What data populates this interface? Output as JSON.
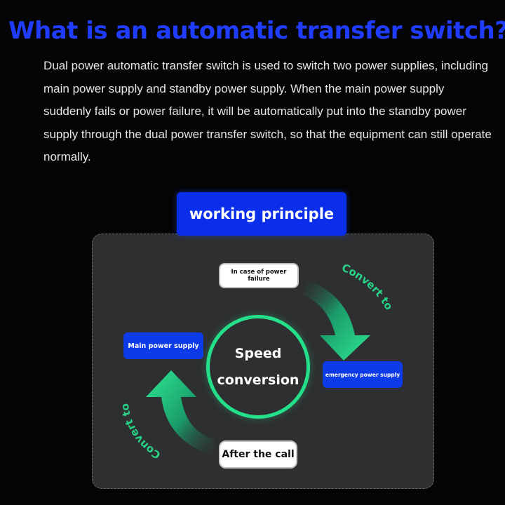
{
  "header": {
    "title": "What is an automatic transfer switch?",
    "description": "Dual power automatic transfer switch is used to switch two power supplies, including main power supply and standby power supply. When the main power supply suddenly fails or power failure, it will be automatically put into the standby power supply through the dual power transfer switch, so that the equipment can still operate normally."
  },
  "diagram": {
    "badge": "working principle",
    "center": {
      "line1": "Speed",
      "line2": "conversion"
    },
    "nodes": {
      "failure": "In case of power failure",
      "main": "Main power supply",
      "emergency": "emergency power supply",
      "after": "After the call"
    },
    "arrow_label_top": "Convert to",
    "arrow_label_bottom": "Convert to"
  },
  "colors": {
    "title": "#1f3cff",
    "accent_blue": "#0d3be8",
    "accent_green": "#25e08a",
    "panel": "#2e2f31",
    "background": "#050505"
  }
}
